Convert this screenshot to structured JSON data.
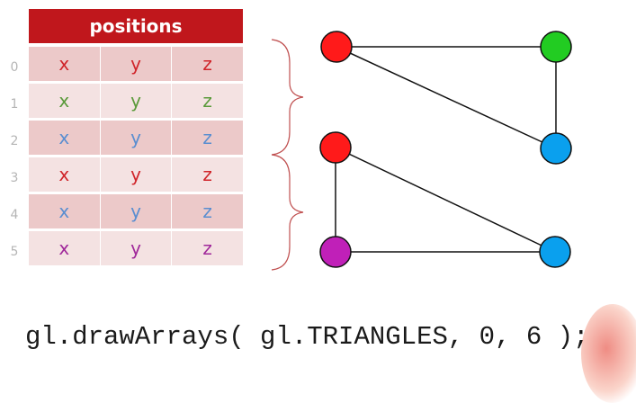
{
  "table": {
    "header": "positions",
    "rows": [
      {
        "index": "0",
        "x": "x",
        "y": "y",
        "z": "z",
        "color": "#d0252a",
        "shade": "dark"
      },
      {
        "index": "1",
        "x": "x",
        "y": "y",
        "z": "z",
        "color": "#5a9a3a",
        "shade": "light"
      },
      {
        "index": "2",
        "x": "x",
        "y": "y",
        "z": "z",
        "color": "#5a8ed0",
        "shade": "dark"
      },
      {
        "index": "3",
        "x": "x",
        "y": "y",
        "z": "z",
        "color": "#d0252a",
        "shade": "light"
      },
      {
        "index": "4",
        "x": "x",
        "y": "y",
        "z": "z",
        "color": "#5a8ed0",
        "shade": "dark"
      },
      {
        "index": "5",
        "x": "x",
        "y": "y",
        "z": "z",
        "color": "#a0289a",
        "shade": "light"
      }
    ]
  },
  "triangles": {
    "vertex_colors": {
      "red": "#ff1a1a",
      "green": "#22cc22",
      "blue": "#0aa0ee",
      "magenta": "#c020b8"
    },
    "triangle_1": [
      "red",
      "green",
      "blue"
    ],
    "triangle_2": [
      "red",
      "magenta",
      "blue"
    ]
  },
  "code": {
    "line": "gl.drawArrays( gl.TRIANGLES, 0, 6 );"
  },
  "colors": {
    "header_bg": "#c0171c",
    "brace": "#c05050"
  }
}
